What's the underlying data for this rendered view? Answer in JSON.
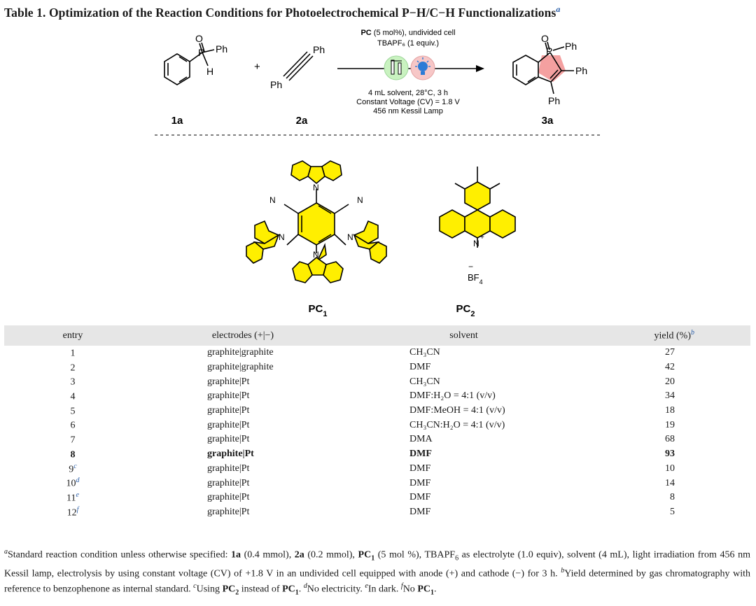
{
  "title": "Table 1. Optimization of the Reaction Conditions for Photoelectrochemical P−H/C−H Functionalizations",
  "title_footnote": "a",
  "scheme": {
    "reagent_line1_bold": "PC",
    "reagent_line1_rest": " (5 mol%), undivided cell",
    "reagent_line2": "TBAPF₆ (1 equiv.)",
    "condition_line1": "4 mL solvent, 28°C, 3 h",
    "condition_line2": "Constant Voltage (CV) = 1.8 V",
    "condition_line3": "456 nm Kessil Lamp",
    "label_1a": "1a",
    "label_2a": "2a",
    "label_3a": "3a",
    "plus": "+",
    "ph": "Ph",
    "h": "H",
    "o": "O",
    "p": "P",
    "n": "N",
    "pc1_label": "PC",
    "pc1_sub": "1",
    "pc2_label": "PC",
    "pc2_sub": "2",
    "bf4": "BF",
    "bf4_sub": "4",
    "plus_charge": "+",
    "minus_charge": "−"
  },
  "table": {
    "headers": {
      "entry": "entry",
      "electrodes": "electrodes (+|−)",
      "solvent": "solvent",
      "yield": "yield (%)",
      "yield_note": "b"
    },
    "rows": [
      {
        "entry": "1",
        "note": "",
        "electrodes": "graphite|graphite",
        "solvent": "CH₃CN",
        "yield": "27"
      },
      {
        "entry": "2",
        "note": "",
        "electrodes": "graphite|graphite",
        "solvent": "DMF",
        "yield": "42"
      },
      {
        "entry": "3",
        "note": "",
        "electrodes": "graphite|Pt",
        "solvent": "CH₃CN",
        "yield": "20"
      },
      {
        "entry": "4",
        "note": "",
        "electrodes": "graphite|Pt",
        "solvent": "DMF:H₂O = 4:1 (v/v)",
        "yield": "34"
      },
      {
        "entry": "5",
        "note": "",
        "electrodes": "graphite|Pt",
        "solvent": "DMF:MeOH = 4:1 (v/v)",
        "yield": "18"
      },
      {
        "entry": "6",
        "note": "",
        "electrodes": "graphite|Pt",
        "solvent": "CH₃CN:H₂O = 4:1 (v/v)",
        "yield": "19"
      },
      {
        "entry": "7",
        "note": "",
        "electrodes": "graphite|Pt",
        "solvent": "DMA",
        "yield": "68"
      },
      {
        "entry": "8",
        "note": "",
        "electrodes": "graphite|Pt",
        "solvent": "DMF",
        "yield": "93",
        "bold": true
      },
      {
        "entry": "9",
        "note": "c",
        "electrodes": "graphite|Pt",
        "solvent": "DMF",
        "yield": "10"
      },
      {
        "entry": "10",
        "note": "d",
        "electrodes": "graphite|Pt",
        "solvent": "DMF",
        "yield": "14"
      },
      {
        "entry": "11",
        "note": "e",
        "electrodes": "graphite|Pt",
        "solvent": "DMF",
        "yield": "8"
      },
      {
        "entry": "12",
        "note": "f",
        "electrodes": "graphite|Pt",
        "solvent": "DMF",
        "yield": "5"
      }
    ]
  },
  "footnotes": {
    "a_mark": "a",
    "a_text1": "Standard reaction condition unless otherwise specified: ",
    "a_1a": "1a",
    "a_text2": " (0.4 mmol), ",
    "a_2a": "2a",
    "a_text3": " (0.2 mmol), ",
    "a_pc": "PC",
    "a_pc_sub": "1",
    "a_text4": " (5 mol %), TBAPF",
    "a_tba_sub": "6",
    "a_text5": " as electrolyte (1.0 equiv), solvent (4 mL), light irradiation from 456 nm Kessil lamp, electrolysis by using constant voltage (CV) of +1.8 V in an undivided cell equipped with anode (+) and cathode (−) for 3 h. ",
    "b_mark": "b",
    "b_text": "Yield determined by gas chromatography with reference to benzophenone as internal standard. ",
    "c_mark": "c",
    "c_text1": "Using ",
    "c_pc": "PC",
    "c_pc_sub": "2",
    "c_text2": " instead of ",
    "c_pc1": "PC",
    "c_pc1_sub": "1",
    "c_text3": ". ",
    "d_mark": "d",
    "d_text": "No electricity. ",
    "e_mark": "e",
    "e_text": "In dark. ",
    "f_mark": "f",
    "f_text": "No ",
    "f_pc": "PC",
    "f_pc_sub": "1",
    "f_end": "."
  },
  "colors": {
    "carbazole_fill": "#ffef00",
    "acridine_fill": "#ffef00",
    "ring_highlight": "#f4a0a0",
    "green_circle": "#c9f2c0",
    "red_circle": "#f7c7c7",
    "footnote_blue": "#2a5ea8",
    "header_bg": "#e6e6e6"
  }
}
